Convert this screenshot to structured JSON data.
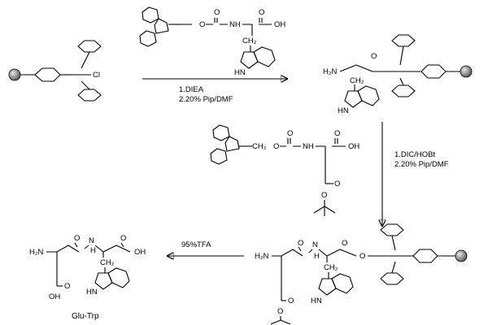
{
  "reagents": {
    "step1": [
      "1.DIEA",
      "2.20% Pip/DMF"
    ],
    "step2": [
      "1.DIC/HOBt",
      "2.20% Pip/DMF"
    ],
    "step3": [
      "95%TFA"
    ]
  },
  "labels": {
    "cl": "Cl",
    "o_c_o": "O",
    "nh": "NH",
    "oh": "OH",
    "o": "O",
    "hn": "HN",
    "h2n": "H₂N",
    "ch2": "CH₂",
    "n": "N",
    "h": "H"
  },
  "product_name": "Glu-Trp",
  "colors": {
    "resin_bead": "#8a8a8a",
    "ink": "#000000"
  }
}
